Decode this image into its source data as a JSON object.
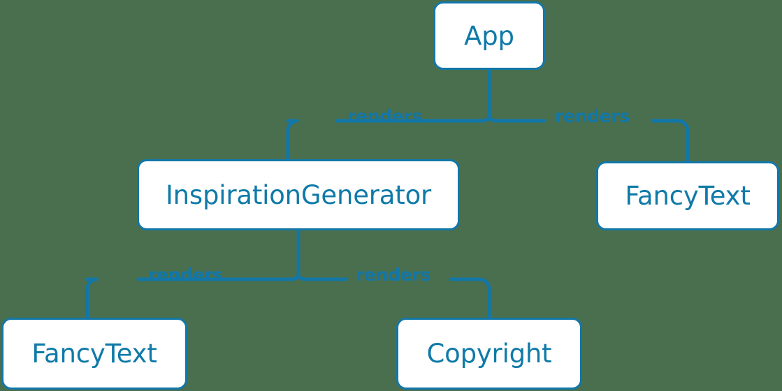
{
  "diagram": {
    "type": "component-tree",
    "background_color": "#4a6f4e",
    "node_fill": "#ffffff",
    "node_border_color": "#1277a8",
    "node_text_color": "#0f7aa8",
    "edge_color": "#1277a8",
    "edge_label_color": "#1277a8",
    "nodes": [
      {
        "id": "app",
        "label": "App"
      },
      {
        "id": "inspiration_generator",
        "label": "InspirationGenerator"
      },
      {
        "id": "fancy_text_right",
        "label": "FancyText"
      },
      {
        "id": "fancy_text_left",
        "label": "FancyText"
      },
      {
        "id": "copyright",
        "label": "Copyright"
      }
    ],
    "edges": [
      {
        "from": "app",
        "to": "inspiration_generator",
        "label": "renders"
      },
      {
        "from": "app",
        "to": "fancy_text_right",
        "label": "renders"
      },
      {
        "from": "inspiration_generator",
        "to": "fancy_text_left",
        "label": "renders"
      },
      {
        "from": "inspiration_generator",
        "to": "copyright",
        "label": "renders"
      }
    ]
  }
}
